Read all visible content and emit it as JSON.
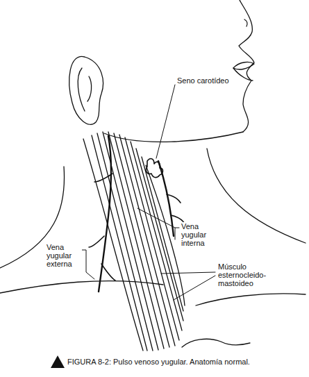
{
  "diagram": {
    "caption": "FIGURA 8-2: Pulso venoso yugular. Anatomía normal.",
    "labels": [
      "Seno carotídeo",
      "Vena yugular interna",
      "Vena yugular externa",
      "Músculo esternocleido-mastoideo"
    ]
  }
}
